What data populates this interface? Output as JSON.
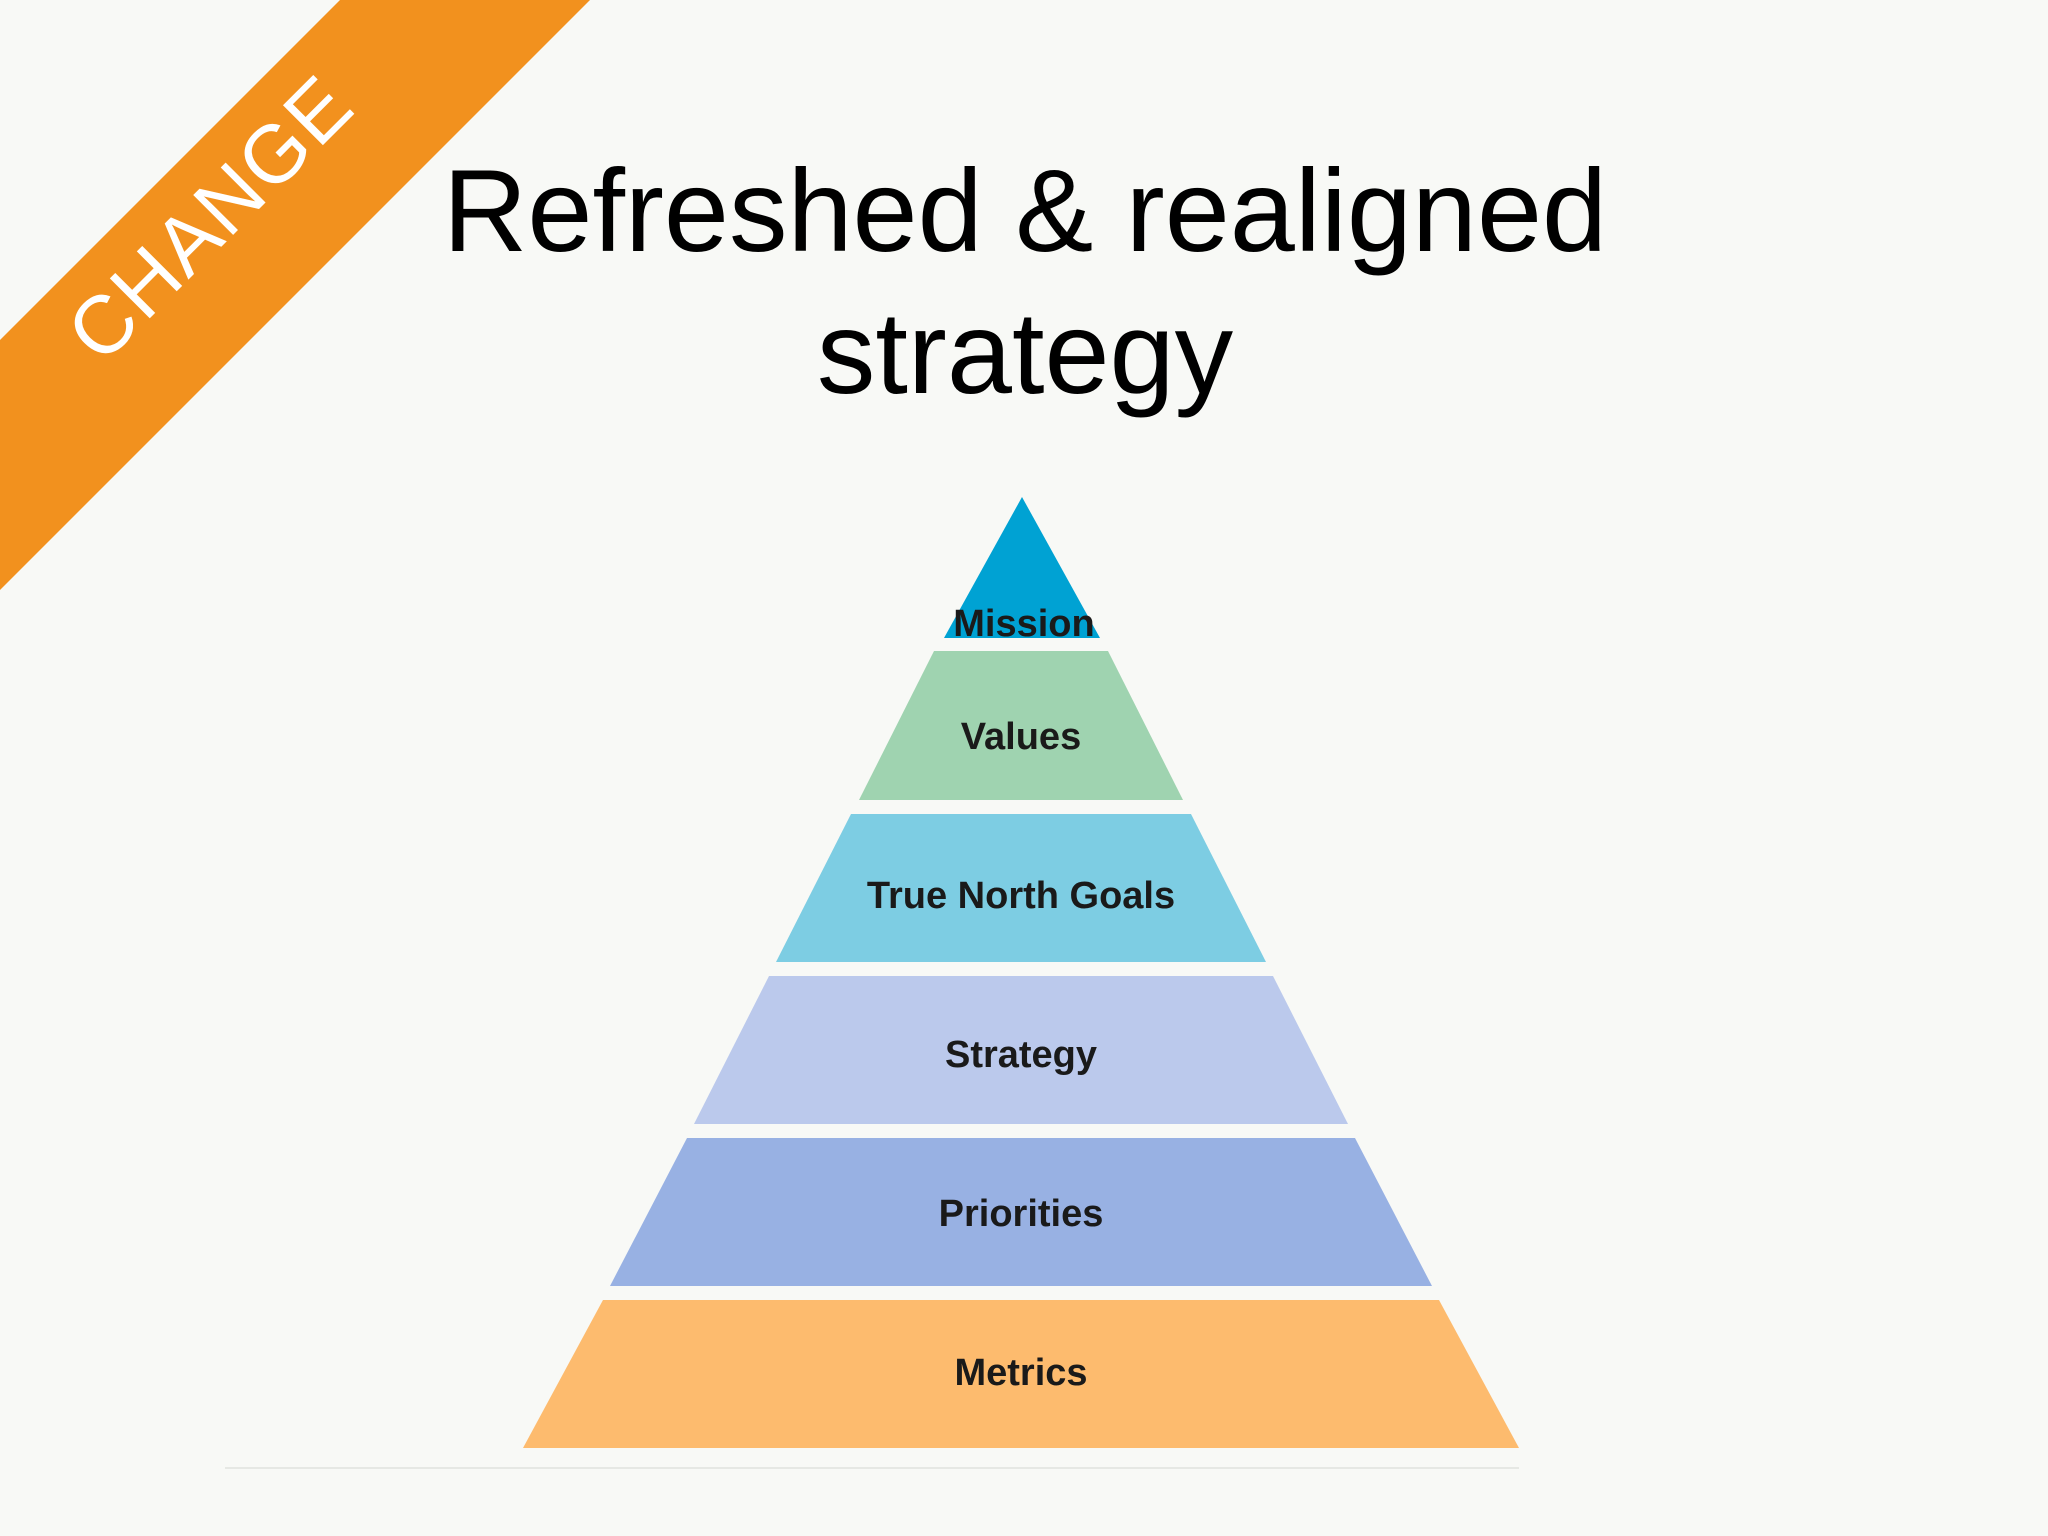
{
  "slide": {
    "banner": {
      "label": "CHANGE",
      "color": "#f2911e"
    },
    "title": {
      "line1": "Refreshed & realigned",
      "line2": "strategy"
    }
  },
  "pyramid": {
    "tiers": [
      {
        "label": "Mission",
        "color": "#00a2d3"
      },
      {
        "label": "Values",
        "color": "#9fd3b0"
      },
      {
        "label": "True North Goals",
        "color": "#7dcde3"
      },
      {
        "label": "Strategy",
        "color": "#bbc9ec"
      },
      {
        "label": "Priorities",
        "color": "#98b1e3"
      },
      {
        "label": "Metrics",
        "color": "#fdbb6e"
      }
    ]
  }
}
